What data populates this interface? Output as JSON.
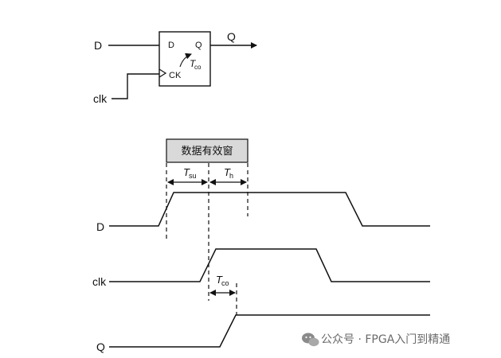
{
  "flipflop": {
    "input_d": "D",
    "input_clk": "clk",
    "output_q": "Q",
    "pin_d": "D",
    "pin_q": "Q",
    "pin_ck": "CK",
    "tco_main": "T",
    "tco_sub": "co"
  },
  "timing": {
    "window_label": "数据有效窗",
    "tsu_main": "T",
    "tsu_sub": "su",
    "th_main": "T",
    "th_sub": "h",
    "tco_main": "T",
    "tco_sub": "co",
    "signals": {
      "d": "D",
      "clk": "clk",
      "q": "Q"
    }
  },
  "watermark": {
    "text": "公众号 · FPGA入门到精通",
    "icon": "wechat-icon"
  },
  "colors": {
    "window_fill": "#d9d9d9",
    "line": "#111111"
  }
}
